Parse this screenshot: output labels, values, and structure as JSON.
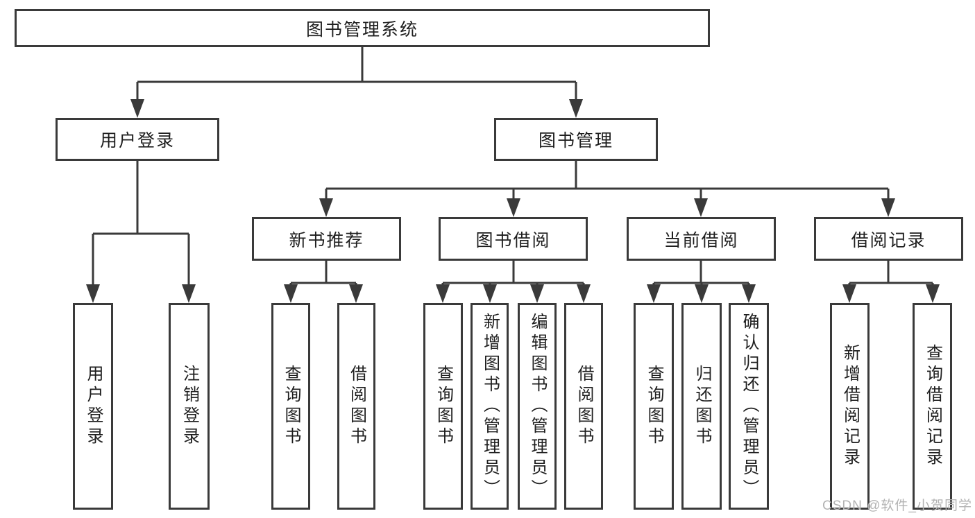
{
  "tree": {
    "root": "图书管理系统",
    "branches": [
      {
        "label": "用户登录",
        "children": [
          "用户登录",
          "注销登录"
        ]
      },
      {
        "label": "图书管理",
        "children": [
          {
            "label": "新书推荐",
            "children": [
              "查询图书",
              "借阅图书"
            ]
          },
          {
            "label": "图书借阅",
            "children": [
              "查询图书",
              "新增图书（管理员）",
              "编辑图书（管理员）",
              "借阅图书"
            ]
          },
          {
            "label": "当前借阅",
            "children": [
              "查询图书",
              "归还图书",
              "确认归还（管理员）"
            ]
          },
          {
            "label": "借阅记录",
            "children": [
              "新增借阅记录",
              "查询借阅记录"
            ]
          }
        ]
      }
    ]
  },
  "colors": {
    "line": "#3a3a3a",
    "text": "#1e1e1e",
    "watermark": "#b3b3b3",
    "background": "#ffffff"
  },
  "watermark": {
    "text": "CSDN @软件_小贺同学"
  }
}
